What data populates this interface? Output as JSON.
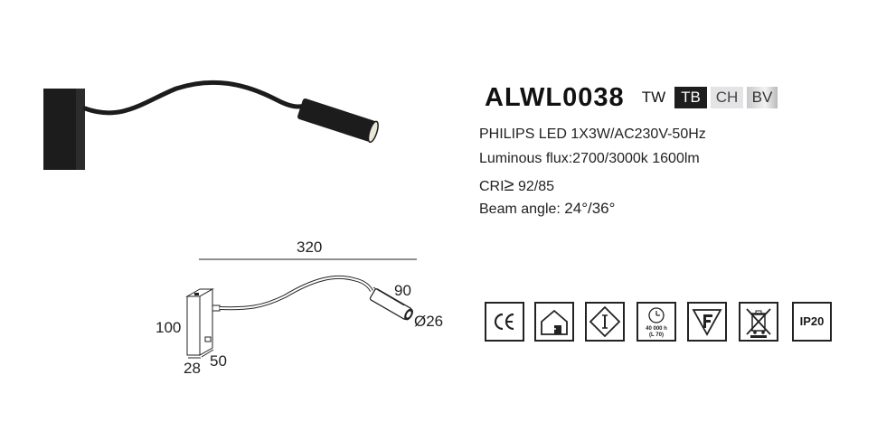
{
  "product": {
    "code": "ALWL0038",
    "finishes": [
      "TW",
      "TB",
      "CH",
      "BV"
    ]
  },
  "specs": {
    "power": "PHILIPS LED 1X3W/AC230V-50Hz",
    "flux": "Luminous flux:2700/3000k 1600lm",
    "cri_prefix": "CRI",
    "cri_symbol": "≥",
    "cri_value": " 92/85",
    "beam_label": "Beam angle:",
    "beam_value": "24°/36°"
  },
  "dimensions": {
    "length": "320",
    "head_length": "90",
    "head_diameter": "Ø26",
    "height": "100",
    "depth": "28",
    "width": "50"
  },
  "certifications": {
    "lifetime_hours": "40 000 h",
    "lifetime_rating": "(L 70)",
    "ip_rating": "IP20"
  },
  "colors": {
    "finish_tb": "#1d1d1d",
    "finish_ch": "#e4e4e6",
    "finish_bv": "#c9c9cb",
    "product_body": "#1c1c1c"
  }
}
